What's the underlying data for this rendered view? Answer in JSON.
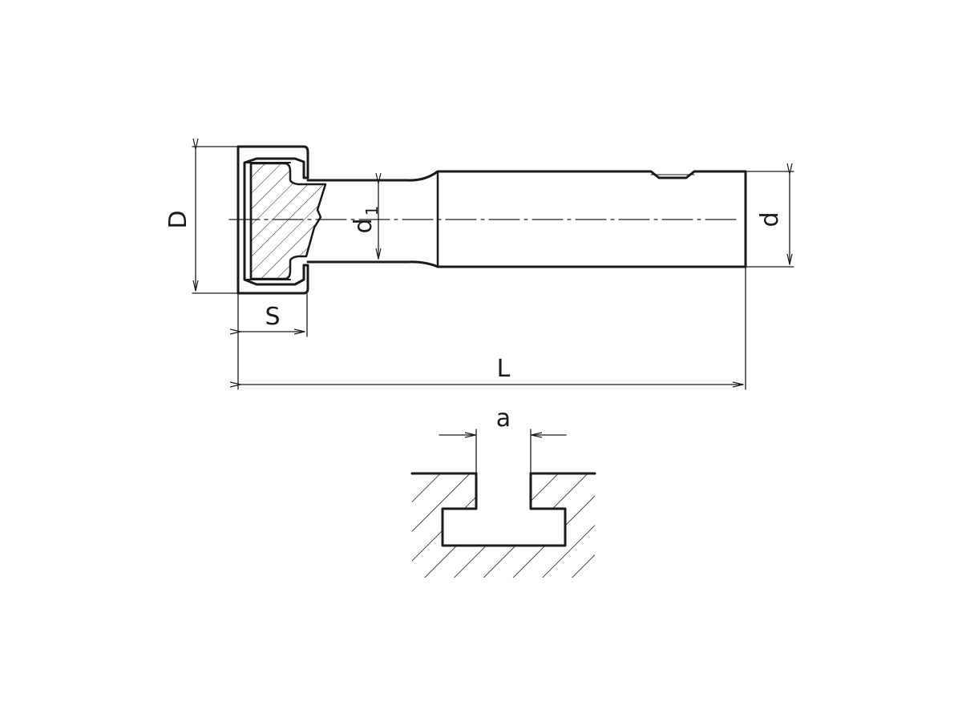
{
  "diagram": {
    "labels": {
      "D": "D",
      "d1_main": "d",
      "d1_sub": "1",
      "d": "d",
      "S": "S",
      "L": "L",
      "a": "a"
    }
  },
  "colors": {
    "ink": "#1a1a1a",
    "paper": "#ffffff"
  }
}
